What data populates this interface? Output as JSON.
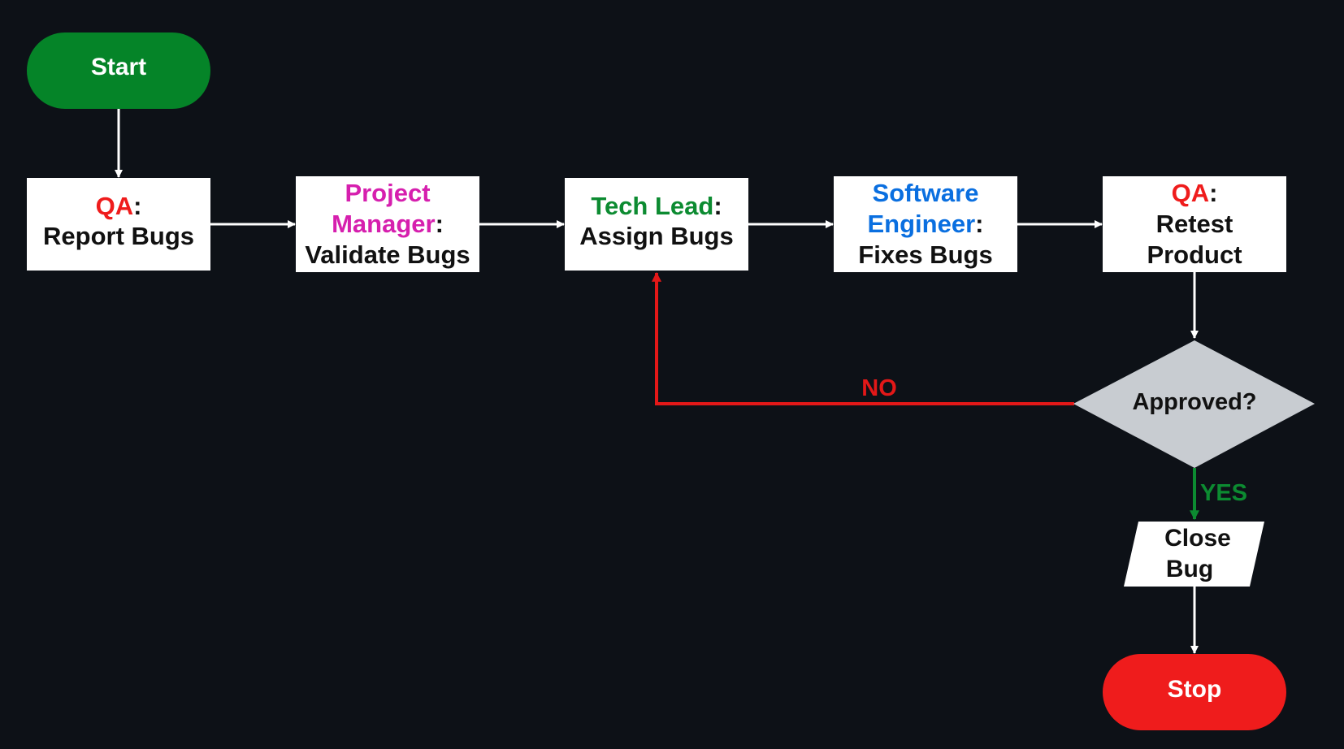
{
  "colors": {
    "background": "#0d1117",
    "start": "#058428",
    "stop": "#ef1c1c",
    "qa": "#ef1c1c",
    "project_manager": "#d61fae",
    "tech_lead": "#0c8b31",
    "software_engineer": "#0a6fe0",
    "no_path": "#e31818",
    "yes_path": "#0c8b31",
    "decision": "#c8ccd1"
  },
  "start": {
    "label": "Start"
  },
  "stop": {
    "label": "Stop"
  },
  "steps": {
    "report": {
      "role": "QA",
      "sep": ":",
      "action": "Report Bugs"
    },
    "validate": {
      "role_line1": "Project",
      "role_line2": "Manager",
      "sep": ":",
      "action": "Validate Bugs"
    },
    "assign": {
      "role": "Tech Lead",
      "sep": ":",
      "action": "Assign Bugs"
    },
    "fix": {
      "role_line1": "Software",
      "role_line2": "Engineer",
      "sep": ":",
      "action": "Fixes Bugs"
    },
    "retest": {
      "role": "QA",
      "sep": ":",
      "action_line1": "Retest",
      "action_line2": "Product"
    }
  },
  "decision": {
    "label": "Approved?",
    "no_label": "NO",
    "yes_label": "YES"
  },
  "close": {
    "line1": "Close",
    "line2": "Bug"
  }
}
